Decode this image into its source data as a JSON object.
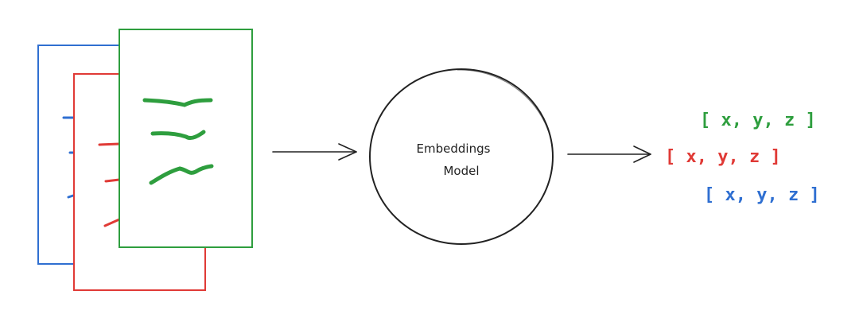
{
  "documents": [
    {
      "id": "blue",
      "color": "#2f6fd1"
    },
    {
      "id": "red",
      "color": "#e03a36"
    },
    {
      "id": "green",
      "color": "#2e9e3e"
    }
  ],
  "model": {
    "line1": "Embeddings",
    "line2": "Model"
  },
  "vectors": [
    {
      "text": "[ x, y, z ]",
      "color": "#2e9e3e"
    },
    {
      "text": "[ x, y, z ]",
      "color": "#e03a36"
    },
    {
      "text": "[ x, y, z ]",
      "color": "#2f6fd1"
    }
  ]
}
